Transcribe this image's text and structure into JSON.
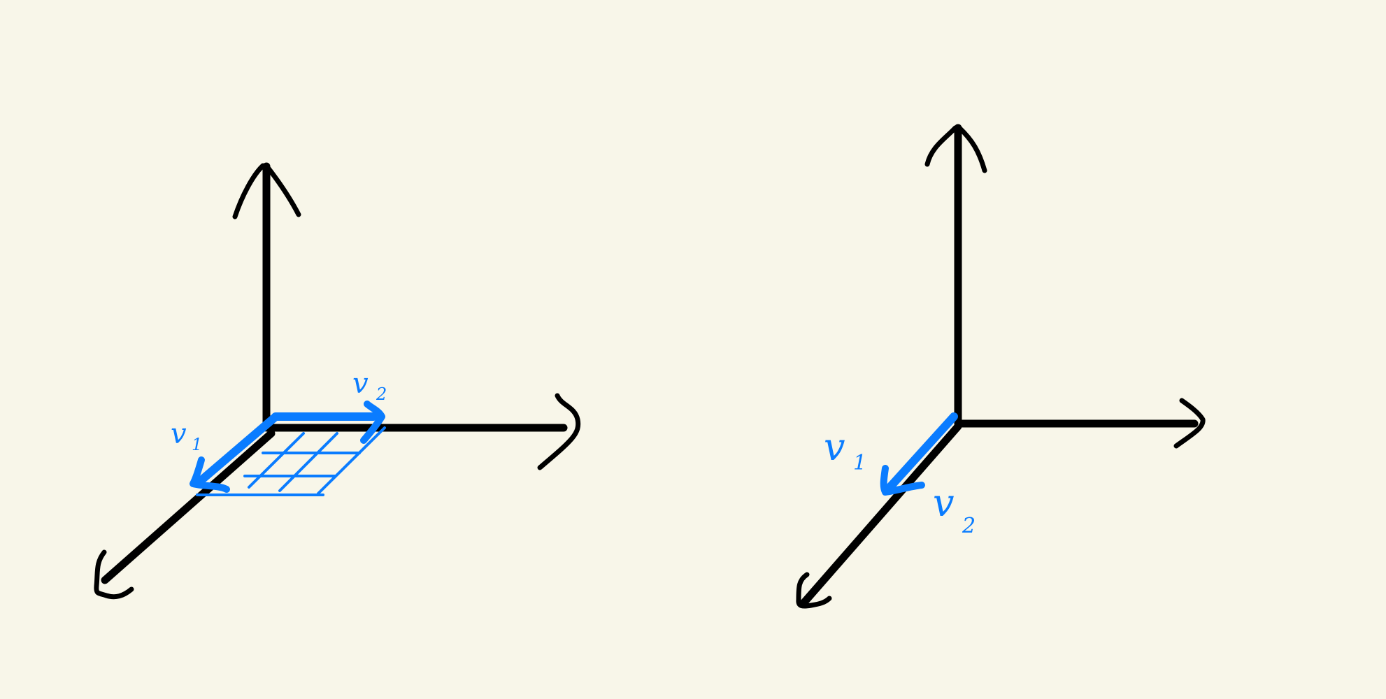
{
  "colors": {
    "background": "#f8f6e9",
    "axes": "#000000",
    "vectors": "#0a7cff"
  },
  "left_diagram": {
    "label_v1": "v",
    "label_v1_sub": "1",
    "label_v2": "v",
    "label_v2_sub": "2"
  },
  "right_diagram": {
    "label_v1": "v",
    "label_v1_sub": "1",
    "label_v2": "v",
    "label_v2_sub": "2"
  }
}
